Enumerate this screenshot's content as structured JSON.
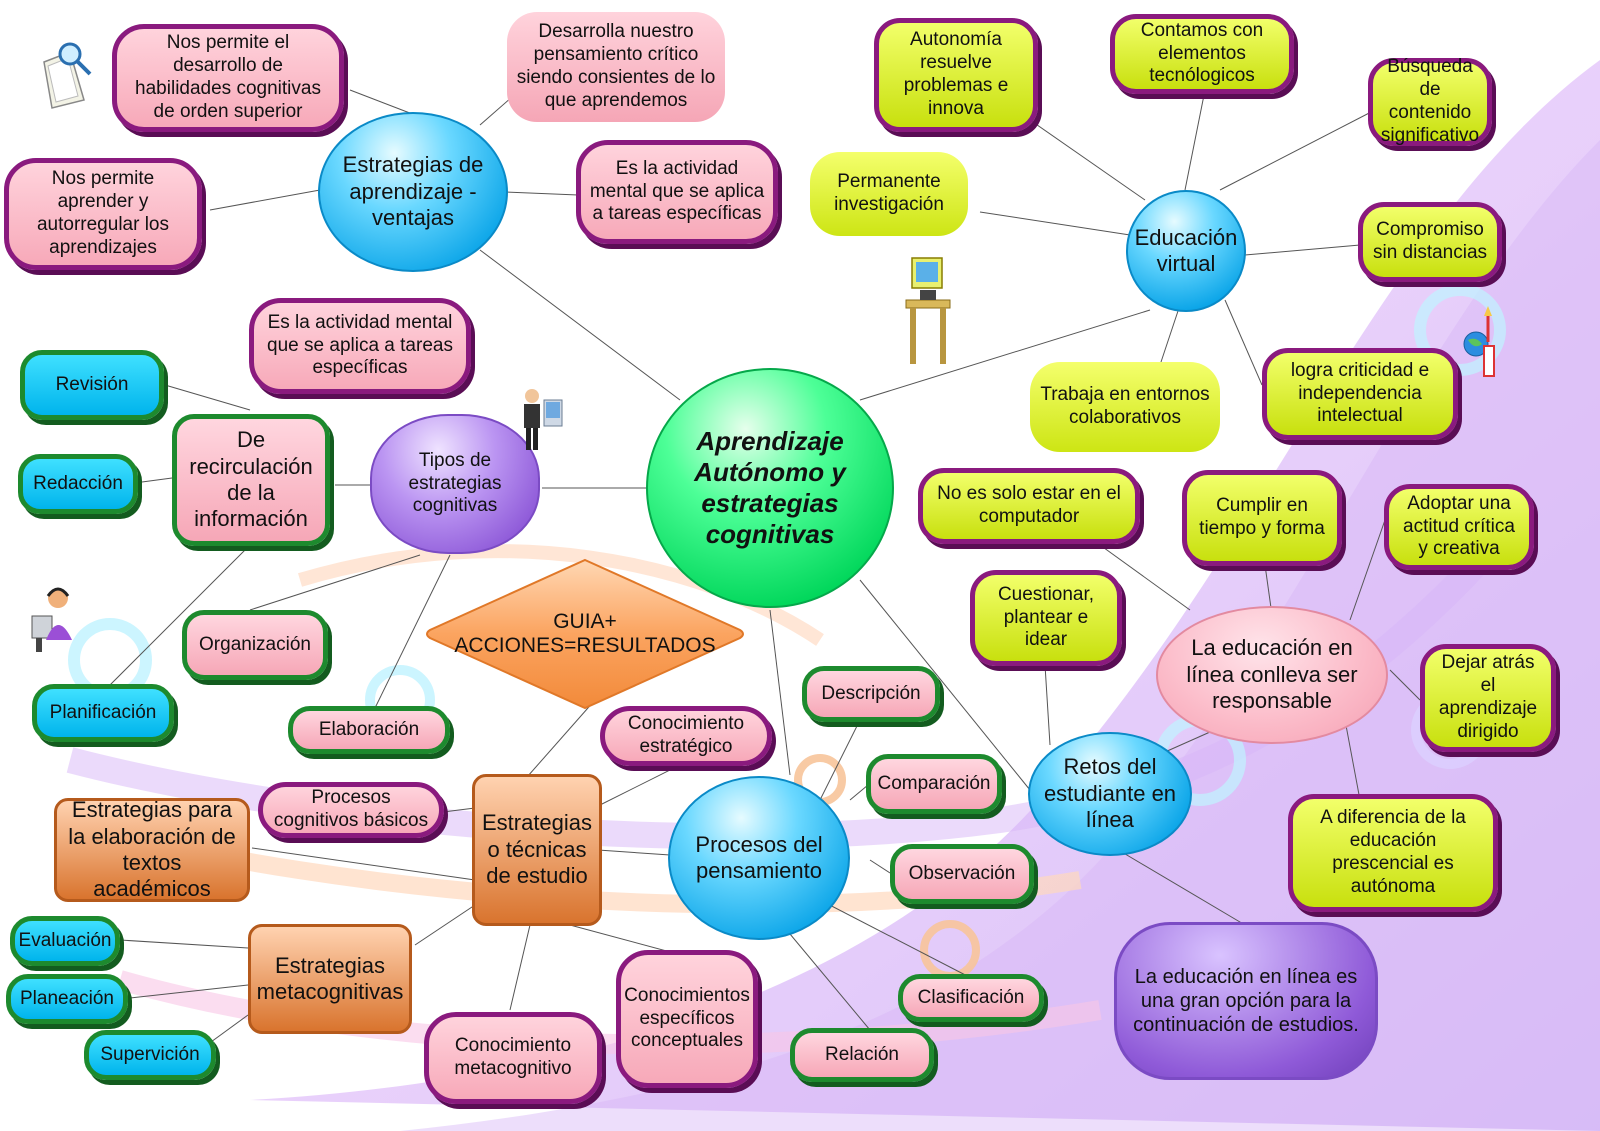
{
  "diagram": {
    "type": "mind-map",
    "colors": {
      "pink": "#f7a9b9",
      "lime": "#c8e00e",
      "cyan": "#00b4ec",
      "purple_border": "#8a1a7e",
      "green_border": "#1d8a2e",
      "orange": "#d9742e",
      "center": "#00d65a"
    },
    "center": {
      "label": "Aprendizaje Autónomo y estrategias cognitivas"
    },
    "estrategias_ventajas": {
      "label": "Estrategias de aprendizaje - ventajas",
      "items": [
        "Nos permite el desarrollo de habilidades cognitivas de orden superior",
        "Desarrolla nuestro pensamiento crítico siendo consientes de lo que aprendemos",
        "Nos permite aprender y autorregular los aprendizajes",
        "Es la actividad mental que se aplica a tareas específicas",
        "Es la actividad mental que se aplica a tareas específicas"
      ]
    },
    "educacion_virtual": {
      "label": "Educación virtual",
      "items": [
        "Autonomía resuelve problemas e innova",
        "Contamos con elementos tecnólogicos",
        "Búsqueda de contenido significativo",
        "Permanente investigación",
        "Compromiso sin distancias",
        "Trabaja en entornos colaborativos",
        "logra criticidad e independencia intelectual"
      ]
    },
    "tipos_estrategias": {
      "label": "Tipos de estrategias cognitivas",
      "recirculacion": "De recirculación de la información",
      "items": [
        "Revisión",
        "Redacción",
        "Organización",
        "Planificación",
        "Elaboración"
      ]
    },
    "guia": {
      "label": "GUIA+ ACCIONES=RESULTADOS"
    },
    "educacion_linea": {
      "label": "La educación en línea conlleva ser responsable",
      "items": [
        "No es solo estar en el computador",
        "Cumplir en tiempo y forma",
        "Adoptar una actitud crítica y creativa",
        "Cuestionar, plantear e idear",
        "Dejar atrás el aprendizaje dirigido",
        "A diferencia de la educación prescencial es autónoma"
      ]
    },
    "retos": {
      "label": "Retos del estudiante en línea"
    },
    "opcion": {
      "label": "La educación en línea es una gran opción para la continuación de estudios."
    },
    "procesos": {
      "label": "Procesos del pensamiento",
      "items": [
        "Descripción",
        "Comparación",
        "Observación",
        "Clasificación",
        "Relación"
      ]
    },
    "estrategias_estudio": {
      "label": "Estrategias o técnicas de estudio",
      "items": [
        "Conocimiento estratégico",
        "Procesos cognitivos básicos",
        "Estrategias para la elaboración de textos académicos",
        "Conocimientos específicos conceptuales",
        "Conocimiento metacognitivo"
      ]
    },
    "metacognitivas": {
      "label": "Estrategias metacognitivas",
      "items": [
        "Evaluación",
        "Planeación",
        "Supervición"
      ]
    },
    "icons": [
      "magnifier-book-icon",
      "computer-desk-icon",
      "office-worker-icon",
      "headset-operator-icon",
      "globe-rocket-icon"
    ]
  }
}
